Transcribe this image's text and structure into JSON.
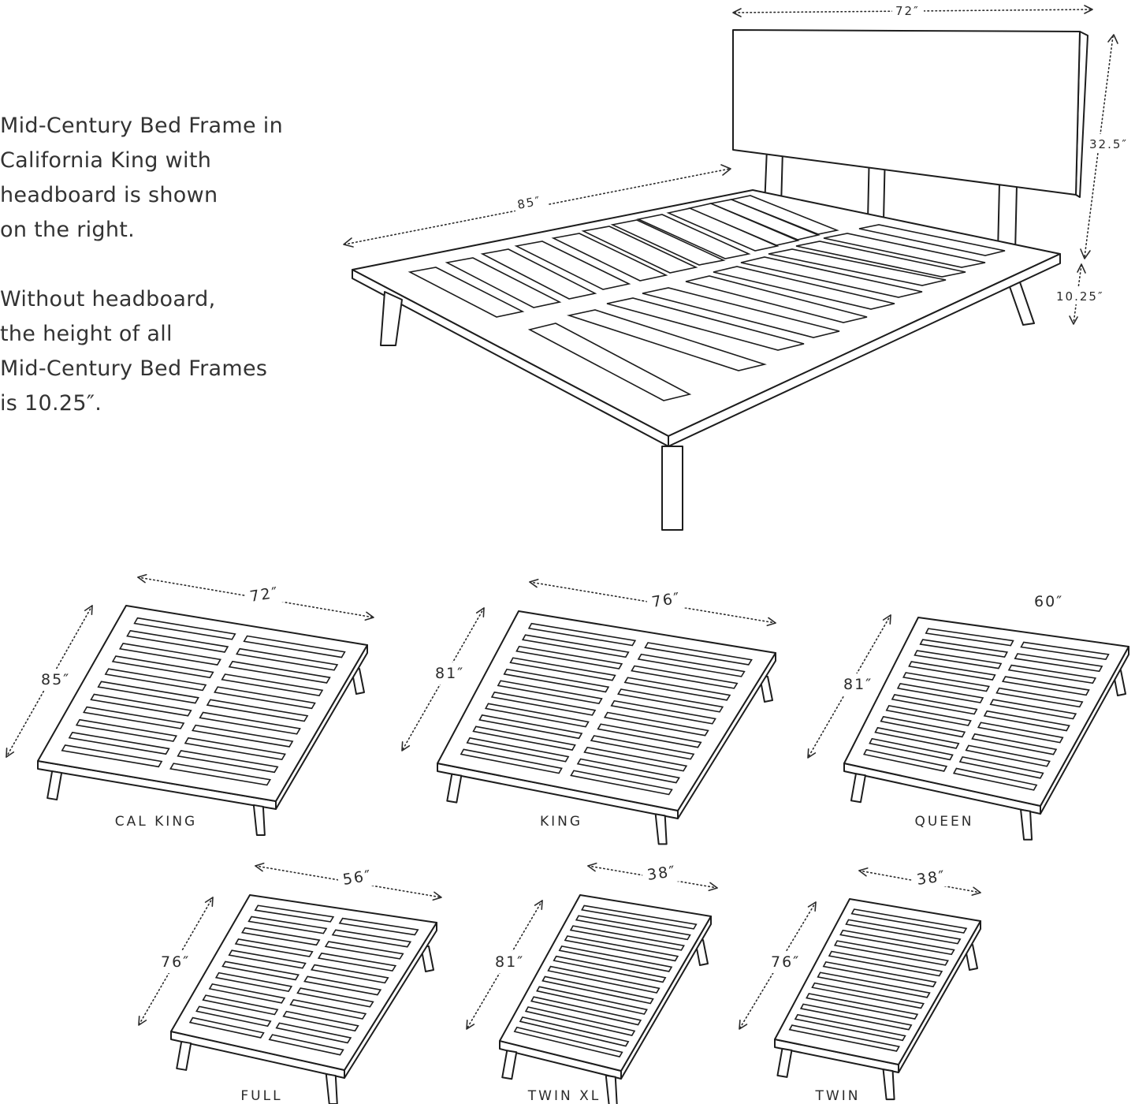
{
  "intro": {
    "p1": [
      "Mid-Century Bed Frame in",
      "California King with",
      "headboard is shown",
      "on the right."
    ],
    "p2": [
      "Without headboard,",
      "the height of all",
      "Mid-Century Bed Frames",
      "is 10.25″."
    ]
  },
  "hero": {
    "width": "72″",
    "length": "85″",
    "total_height": "32.5″",
    "frame_height": "10.25″"
  },
  "sizes": [
    {
      "name": "CAL KING",
      "width": "72″",
      "length": "85″"
    },
    {
      "name": "KING",
      "width": "76″",
      "length": "81″"
    },
    {
      "name": "QUEEN",
      "width": "60″",
      "length": "81″"
    },
    {
      "name": "FULL",
      "width": "56″",
      "length": "76″"
    },
    {
      "name": "TWIN XL",
      "width": "38″",
      "length": "81″"
    },
    {
      "name": "TWIN",
      "width": "38″",
      "length": "76″"
    }
  ],
  "colors": {
    "line": "#1d1d1d",
    "text": "#2b2b2b",
    "background": "#ffffff"
  }
}
